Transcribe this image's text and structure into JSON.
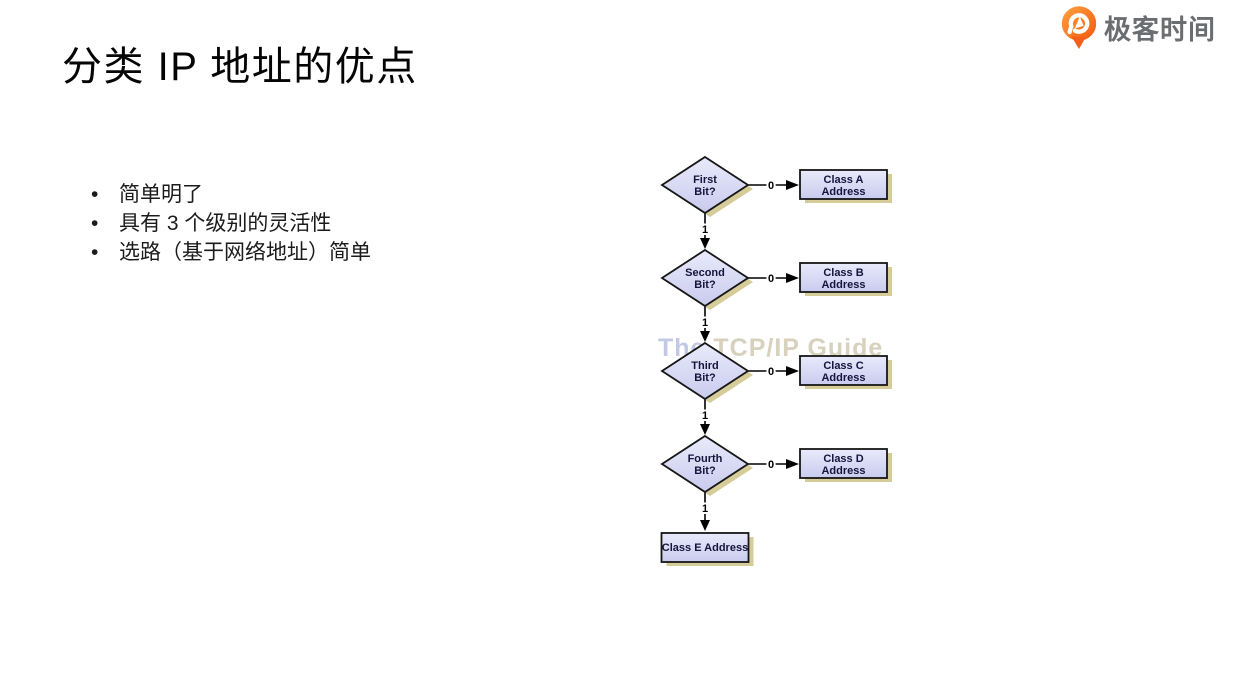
{
  "slide": {
    "title": "分类 IP 地址的优点",
    "bullets": [
      "简单明了",
      "具有 3 个级别的灵活性",
      "选路（基于网络地址）简单"
    ],
    "bullet_glyph": "•"
  },
  "brand": {
    "name": "极客时间",
    "orange_top": "#FFA13F",
    "orange_bottom": "#F2590E",
    "text_color": "#6b6e71"
  },
  "flowchart": {
    "watermark": {
      "part1": "The ",
      "part2": "TCP/IP Guide",
      "color1": "#c3c9e5",
      "color2": "#d7d1bd"
    },
    "edge_labels": {
      "zero": "0",
      "one": "1"
    },
    "rows": [
      {
        "decision": [
          "First",
          "Bit?"
        ],
        "target": [
          "Class A",
          "Address"
        ]
      },
      {
        "decision": [
          "Second",
          "Bit?"
        ],
        "target": [
          "Class B",
          "Address"
        ]
      },
      {
        "decision": [
          "Third",
          "Bit?"
        ],
        "target": [
          "Class C",
          "Address"
        ]
      },
      {
        "decision": [
          "Fourth",
          "Bit?"
        ],
        "target": [
          "Class D",
          "Address"
        ]
      }
    ],
    "final": "Class E Address",
    "colors": {
      "fill_top": "#e9eafb",
      "fill_bottom": "#c9cbee",
      "border": "#161616",
      "shadow": "#d5cc99",
      "text": "#14143c",
      "edge": "#000000"
    }
  }
}
